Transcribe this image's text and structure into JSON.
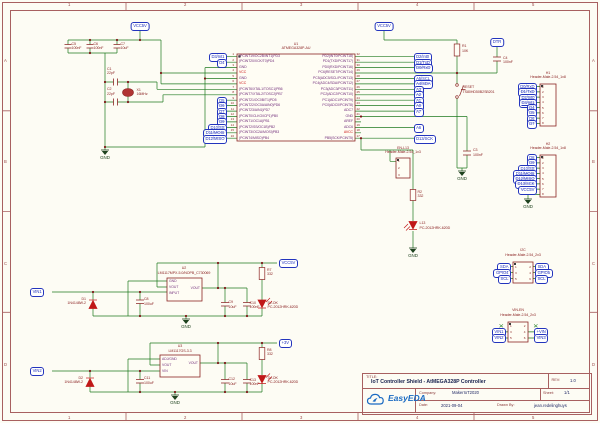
{
  "colors": {
    "wire": "#1f7a1f",
    "symbol": "#8b2323",
    "net_blue": "#2334bd",
    "power_red": "#cc1111",
    "gnd_green": "#1e421e",
    "frame_brown": "#a86060",
    "logo_blue": "#1a6ac2",
    "led_red": "#c01818"
  },
  "frame": {
    "cols": [
      "1",
      "2",
      "3",
      "4",
      "5"
    ],
    "rows": [
      "A",
      "B",
      "C",
      "D"
    ]
  },
  "power": {
    "vcc5v": "VCC5V",
    "plus3v": "+3V",
    "dtr": "DTR",
    "gnd": "GND",
    "vin1": "VIN1",
    "vin2": "VIN2"
  },
  "u1_pins": {
    "left": [
      {
        "num": "1",
        "name": "(PCINT19/OC2B/INT1)PD3"
      },
      {
        "num": "2",
        "name": "(PCINT20/XCK/T0)PD4"
      },
      {
        "num": "3",
        "name": "GND"
      },
      {
        "num": "4",
        "name": "VCC",
        "red": true
      },
      {
        "num": "5",
        "name": "GND"
      },
      {
        "num": "6",
        "name": "VCC",
        "red": true
      },
      {
        "num": "7",
        "name": "(PCINT6/XTAL1/TOSC1)PB6"
      },
      {
        "num": "8",
        "name": "(PCINT7/XTAL2/TOSC2)PB7"
      },
      {
        "num": "9",
        "name": "(PCINT21/OC0B/T1)PD5"
      },
      {
        "num": "10",
        "name": "(PCINT22/OC0A/AIN0)PD6"
      },
      {
        "num": "11",
        "name": "(PCINT23/AIN1)PD7"
      },
      {
        "num": "12",
        "name": "(PCINT0/CLKO/ICP1)PB0"
      },
      {
        "num": "13",
        "name": "(PCINT1/OC1A)PB1"
      },
      {
        "num": "14",
        "name": "(PCINT2/SS/OC1B)PB2"
      },
      {
        "num": "15",
        "name": "(PCINT3/OC2A/MOSI)PB3"
      },
      {
        "num": "16",
        "name": "(PCINT4/MISO)PB4"
      }
    ],
    "right": [
      {
        "num": "32",
        "name": "PD2(INT0/PCINT18)"
      },
      {
        "num": "31",
        "name": "PD1(TXD/PCINT17)"
      },
      {
        "num": "30",
        "name": "PD0(RXD/PCINT16)"
      },
      {
        "num": "29",
        "name": "PC6(RESET/PCINT14)"
      },
      {
        "num": "28",
        "name": "PC5(ADC5/SCL/PCINT13)"
      },
      {
        "num": "27",
        "name": "PC4(ADC4/SDA/PCINT12)"
      },
      {
        "num": "26",
        "name": "PC3(ADC3/PCINT11)"
      },
      {
        "num": "25",
        "name": "PC2(ADC2/PCINT10)"
      },
      {
        "num": "24",
        "name": "PC1(ADC1/PCINT9)"
      },
      {
        "num": "23",
        "name": "PC0(ADC0/PCINT8)"
      },
      {
        "num": "22",
        "name": "ADC7"
      },
      {
        "num": "21",
        "name": "GND"
      },
      {
        "num": "20",
        "name": "AREF"
      },
      {
        "num": "19",
        "name": "ADC6"
      },
      {
        "num": "18",
        "name": "AVCC",
        "red": true
      },
      {
        "num": "17",
        "name": "PB5(SCK/PCINT5)"
      }
    ]
  },
  "flags": {
    "u1_left_top": [
      "D3/Int1",
      "D4"
    ],
    "u1_left": [
      "D5",
      "D6",
      "D7",
      "D8",
      "D9",
      "D10/SS",
      "D11/MOSI",
      "D12/MISO"
    ],
    "u1_right_top": [
      "D2/Int0",
      "D1/TxD",
      "D0/RxD"
    ],
    "u1_right_analog": [
      "A5/SCL",
      "A4/SDA",
      "A3",
      "A2",
      "A1",
      "A0",
      "A7"
    ],
    "a6": "A6",
    "d13": "D13/SCK"
  },
  "h1": {
    "refdes": "H1",
    "part": "Header-Male-2.54_1x8",
    "pin_numbers": [
      "1",
      "2",
      "3",
      "4",
      "5",
      "6",
      "7",
      "8"
    ],
    "labels": [
      "D0/RxD",
      "D1/TxD",
      "D2/Int0",
      "D3/Int1",
      "D4",
      "D5",
      "D6",
      "D7"
    ]
  },
  "h2": {
    "refdes": "H2",
    "part": "Header-Male-2.54_1x8",
    "pin_numbers": [
      "1",
      "2",
      "3",
      "4",
      "5",
      "6",
      "7",
      "8"
    ],
    "labels": [
      "D8",
      "D9",
      "D10/SS",
      "D11/MOSI",
      "D12/MISO",
      "D13/SCK",
      "VCC5V"
    ]
  },
  "en_header": {
    "refdes": "EN-L13",
    "part": "Header-Male-2.54_1x3",
    "pin_numbers": [
      "1",
      "2",
      "3"
    ]
  },
  "i2c": {
    "refdes": "I2C",
    "part": "Header-Male-2.54_2x3",
    "left_pins": [
      "1",
      "3",
      "5"
    ],
    "right_pins": [
      "2",
      "4",
      "6"
    ],
    "left_labels": [
      "SDA",
      "GPIO4",
      "SCL"
    ],
    "right_labels": [
      "SDA",
      "GPIO5",
      "SCL"
    ]
  },
  "vin_en": {
    "refdes": "VIN-EN",
    "part": "Header-Male-2.54_2x3",
    "left_pins": [
      "1",
      "3",
      "5"
    ],
    "right_pins": [
      "2",
      "4",
      "6"
    ],
    "left_labels": [
      "VIN1",
      "VIN2"
    ],
    "right_labels": [
      "+VIN",
      "VIN3"
    ]
  },
  "parts": {
    "u1": {
      "ref": "U1",
      "val": "ATMEGA328P-AU"
    },
    "c1": {
      "ref": "C1",
      "val": "22pF"
    },
    "c2": {
      "ref": "C2",
      "val": "22pF"
    },
    "c3": {
      "ref": "C3",
      "val": "100nF"
    },
    "c4": {
      "ref": "C4",
      "val": "100nF"
    },
    "c5": {
      "ref": "C5",
      "val": "100nF"
    },
    "c6": {
      "ref": "C6",
      "val": "100nF"
    },
    "c7": {
      "ref": "C7",
      "val": "10uF"
    },
    "c8": {
      "ref": "C8",
      "val": "100uF"
    },
    "c9": {
      "ref": "C9",
      "val": "10uF"
    },
    "c10": {
      "ref": "C10",
      "val": "100nF"
    },
    "c11": {
      "ref": "C11",
      "val": "100uF"
    },
    "c12": {
      "ref": "C12",
      "val": "10uF"
    },
    "c13": {
      "ref": "C13",
      "val": "100nF"
    },
    "x1": {
      "ref": "X1",
      "val": "16MHz"
    },
    "r1": {
      "ref": "R1",
      "val": "10K"
    },
    "r2": {
      "ref": "R2",
      "val": "332"
    },
    "r7": {
      "ref": "R7",
      "val": "332"
    },
    "r8": {
      "ref": "R8",
      "val": "332"
    },
    "reset": {
      "ref": "RESET",
      "val": "TS80HD50B2SB201"
    },
    "l13": {
      "ref": "L13",
      "val": "PC-2012HRK-620D"
    },
    "led5": {
      "ref": "5V-OK",
      "val": "PC-2012HRK-620D"
    },
    "led3": {
      "ref": "3V-OK",
      "val": "PC-2012HRK-620D"
    },
    "d1": {
      "ref": "D1",
      "val": "1N4148W-2"
    },
    "d2": {
      "ref": "D2",
      "val": "1N4148W-2"
    },
    "u2": {
      "ref": "U2",
      "val": "LM1117MPX-5.0/NOPB_C730069",
      "pins": {
        "gnd": "GND",
        "vout_l": "VOUT",
        "input": "INPUT",
        "vout_r": "VOUT"
      }
    },
    "u3": {
      "ref": "U3",
      "val": "LM1117GS-3.3",
      "pins": {
        "gnd": "ADJ/GND",
        "vout_l": "VOUT",
        "vin": "VIN",
        "vout_r": "VOUT"
      }
    }
  },
  "title_block": {
    "title_label": "TITLE:",
    "title": "IoT Controller Shield - AtMEGA328P Controller",
    "rev_label": "REV:",
    "rev": "1.0",
    "company_label": "Company:",
    "company": "MakerIoT2020",
    "sheet_label": "Sheet:",
    "sheet": "1/1",
    "date_label": "Date:",
    "date": "2021-09-04",
    "drawn_label": "Drawn By:",
    "drawn": "jean.redelinghuys",
    "logo": "EasyEDA"
  }
}
